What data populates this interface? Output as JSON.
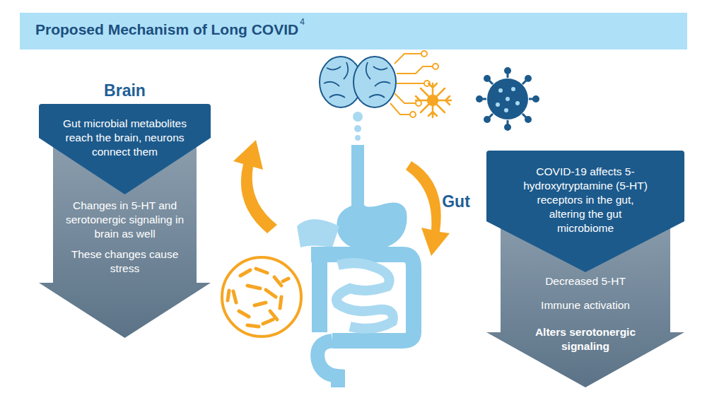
{
  "diagram": {
    "title": "Proposed Mechanism of Long COVID",
    "nodes": [
      {
        "text": [
          "Brain",
          "Gut microbial metabolites reach the brain, neurons connect them"
        ]
      },
      {
        "text": [
          "Changes in 5-HT and serotonergic signaling in brain as well",
          "These changes cause stress"
        ]
      },
      {
        "text": [
          "Gut",
          "COVID-19 affects 5-hydroxytryptamine (5-HT) receptors in the gut, altering the gut microbiome"
        ]
      },
      {
        "text": [
          "Decreased 5-HT",
          "Immune activation",
          "Alters serotonergic signaling"
        ]
      }
    ],
    "labels": [
      "4"
    ]
  }
}
